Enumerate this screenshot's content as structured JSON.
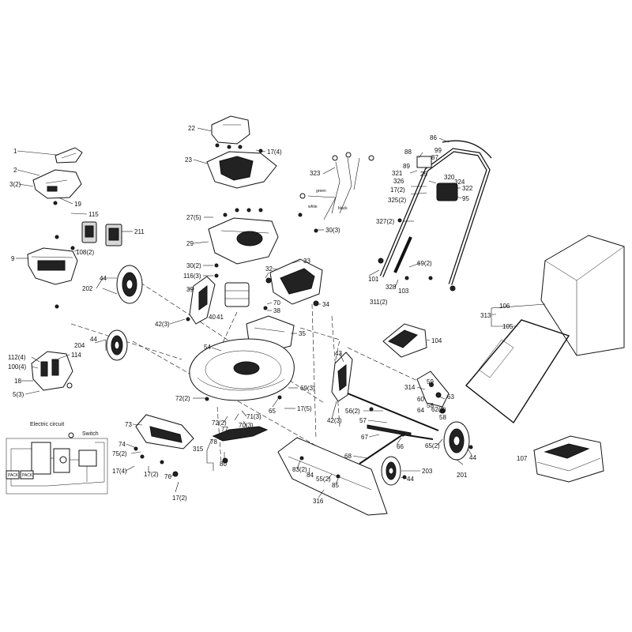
{
  "labels": {
    "l1": "1",
    "l2": "2",
    "l3_2": "3(2)",
    "l19": "19",
    "l115": "115",
    "l211": "211",
    "l108_2": "108(2)",
    "l9": "9",
    "l22": "22",
    "l17_4a": "17(4)",
    "l23": "23",
    "l27_5": "27(5)",
    "l29": "29",
    "l30_2": "30(2)",
    "l116_3": "116(3)",
    "l32": "32",
    "l33": "33",
    "l39": "39",
    "l40": "40",
    "l41": "41",
    "l70": "70",
    "l38": "38",
    "l34": "34",
    "l42_3a": "42(3)",
    "l35": "35",
    "l54": "54",
    "l202": "202",
    "l44a": "44",
    "l204": "204",
    "l44b": "44",
    "l112_4": "112(4)",
    "l100_4": "100(4)",
    "l114": "114",
    "l18": "18",
    "l5_3": "5(3)",
    "l72_2a": "72(2)",
    "l69_3": "69(3)",
    "l65a": "65",
    "l17_5": "17(5)",
    "l72_2b": "72(2)",
    "l77": "77",
    "l71_3": "71(3)",
    "l70_3": "70(3)",
    "l73": "73",
    "l74": "74",
    "l75_2": "75(2)",
    "l78": "78",
    "l315": "315",
    "l80": "80",
    "l17_4b": "17(4)",
    "l17_2a": "17(2)",
    "l76": "76",
    "l17_2b": "17(2)",
    "l83_2": "83(2)",
    "l84": "84",
    "l55_2": "55(2)",
    "l85": "85",
    "l316": "316",
    "l43": "43",
    "l42_3b": "42(3)",
    "l56_2": "56(2)",
    "l57": "57",
    "l67": "67",
    "l66": "66",
    "l68": "68",
    "l203": "203",
    "l44c": "44",
    "l65_2": "65(2)",
    "l44d": "44",
    "l201": "201",
    "l104": "104",
    "l314": "314",
    "l59": "59",
    "l60": "60",
    "l63": "63",
    "l58a": "58",
    "l62_2": "62(2)",
    "l64": "64",
    "l58b": "58",
    "l323": "323",
    "l30_3": "30(3)",
    "l86": "86",
    "l88": "88",
    "l99": "99",
    "l87": "87",
    "l89": "89",
    "l321": "321",
    "l25": "25",
    "l320": "320",
    "l326": "326",
    "l324": "324",
    "l17_2c": "17(2)",
    "l322": "322",
    "l325_2": "325(2)",
    "l95": "95",
    "l327_2": "327(2)",
    "l69_2": "69(2)",
    "l101": "101",
    "l328": "328",
    "l103": "103",
    "l311_2": "311(2)",
    "l106": "106",
    "l313": "313",
    "l105": "105",
    "l107": "107"
  },
  "wire_labels": {
    "green": "green",
    "white": "white",
    "black": "black"
  },
  "circuit": {
    "title": "Electric circuit",
    "switch_label": "Switch",
    "pack_left": "PACK",
    "pack_right": "PACK"
  },
  "colors": {
    "line": "#111111",
    "background": "#ffffff",
    "fill_dark": "#222222"
  }
}
